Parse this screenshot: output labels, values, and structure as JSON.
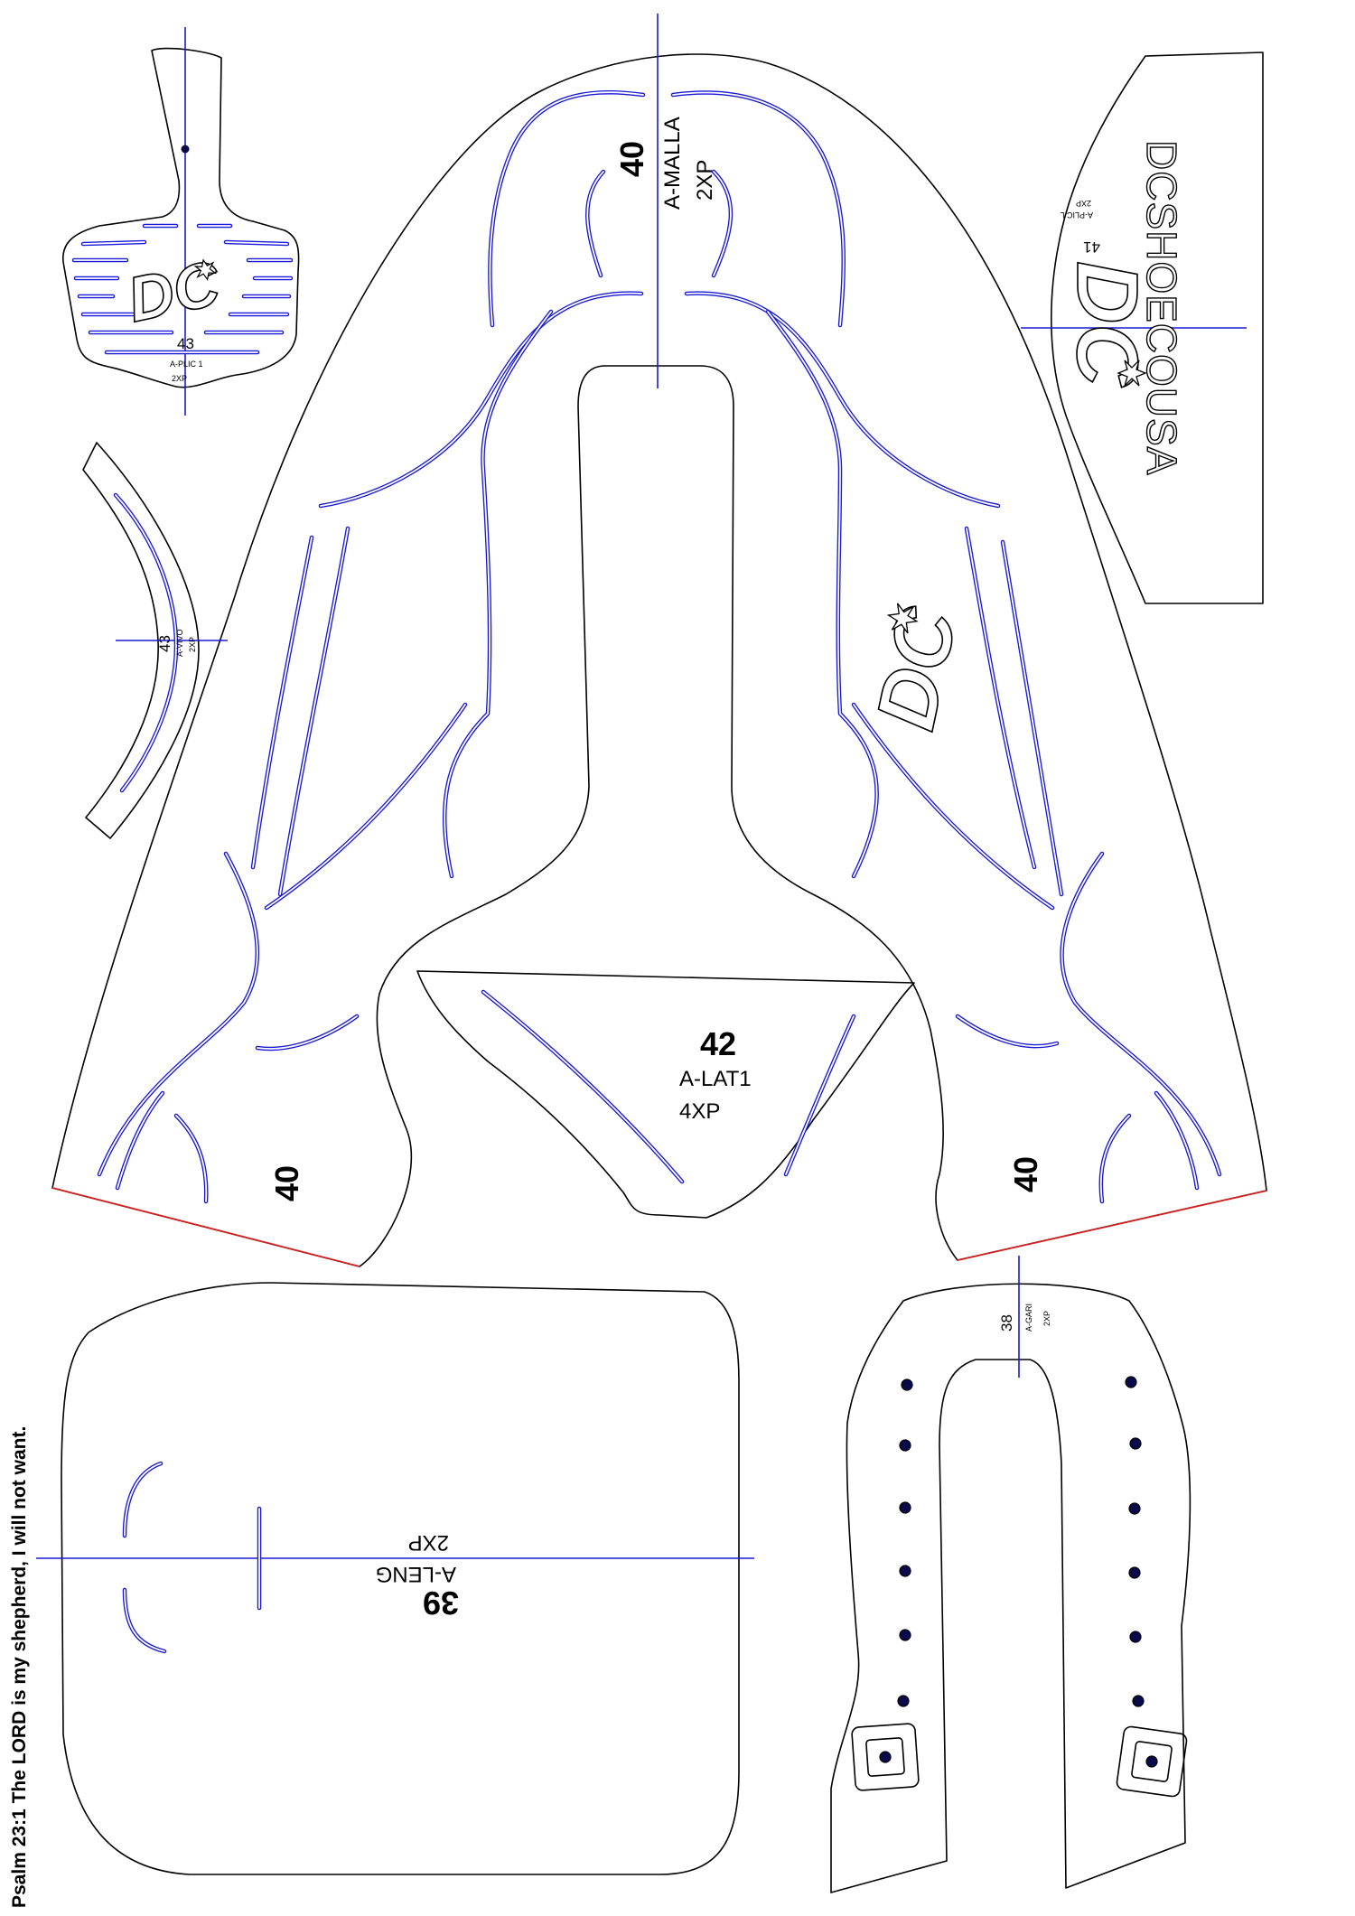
{
  "colors": {
    "cut_line": "#000000",
    "stitch_line": "#1a1ad6",
    "center_axis": "#1a1ad6",
    "edge_line": "#d42020",
    "eyelet": "#0a0a4a"
  },
  "pieces": {
    "vamp": {
      "number": "40",
      "name": "A-MALLA",
      "qty": "2XP"
    },
    "vamp_left_number": "40",
    "vamp_right_number": "40",
    "lateral": {
      "number": "42",
      "name": "A-LAT1",
      "qty": "4XP"
    },
    "tongue": {
      "number": "39",
      "name": "A-LENG",
      "qty": "2XP"
    },
    "eyestay": {
      "number": "38",
      "name": "A-GARI",
      "qty": "2XP"
    },
    "tongue_top": {
      "number": "43",
      "name": "A-PLIC 1",
      "qty": "2XP"
    },
    "collar_strip": {
      "number": "43",
      "name": "A-VIVO",
      "qty": "2XP"
    },
    "heel_panel": {
      "number": "41",
      "name": "A-PLIC L",
      "qty": "2XP",
      "brand_text": "DCSHOECOUSA"
    }
  },
  "logo": {
    "text": "DC",
    "icon": "star-burst-icon"
  },
  "footer": {
    "verse": "Psalm 23:1 The LORD is my shepherd, I will not want."
  }
}
